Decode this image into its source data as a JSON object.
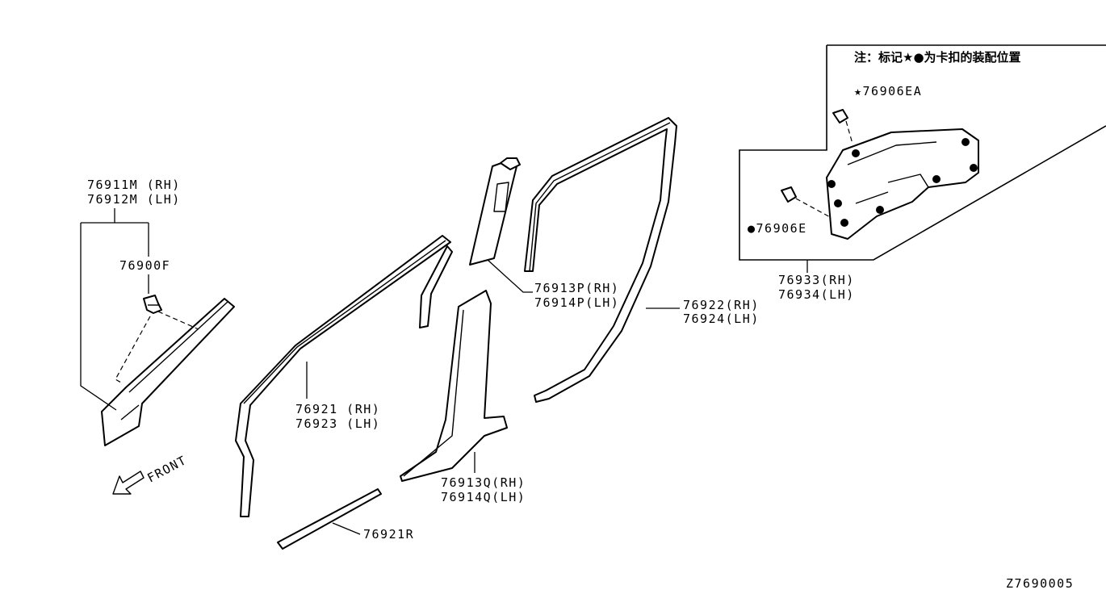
{
  "diagram_code": "Z7690005",
  "note": "注：标记★●为卡扣的装配位置",
  "front_label": "FRONT",
  "parts": [
    {
      "id": "a_pillar",
      "numbers": [
        "76911M (RH)",
        "76912M (LH)"
      ]
    },
    {
      "id": "clip_f",
      "numbers": [
        "76900F"
      ]
    },
    {
      "id": "front_weatherstrip",
      "numbers": [
        "76921 (RH)",
        "76923 (LH)"
      ]
    },
    {
      "id": "weatherstrip_r",
      "numbers": [
        "76921R"
      ]
    },
    {
      "id": "b_pillar_upper",
      "numbers": [
        "76913P(RH)",
        "76914P(LH)"
      ]
    },
    {
      "id": "b_pillar_lower",
      "numbers": [
        "76913Q(RH)",
        "76914Q(LH)"
      ]
    },
    {
      "id": "rear_weatherstrip",
      "numbers": [
        "76922(RH)",
        "76924(LH)"
      ]
    },
    {
      "id": "c_pillar",
      "numbers": [
        "76933(RH)",
        "76934(LH)"
      ]
    },
    {
      "id": "clip_ea",
      "numbers": [
        "★76906EA"
      ]
    },
    {
      "id": "clip_e",
      "numbers": [
        "●76906E"
      ]
    }
  ]
}
